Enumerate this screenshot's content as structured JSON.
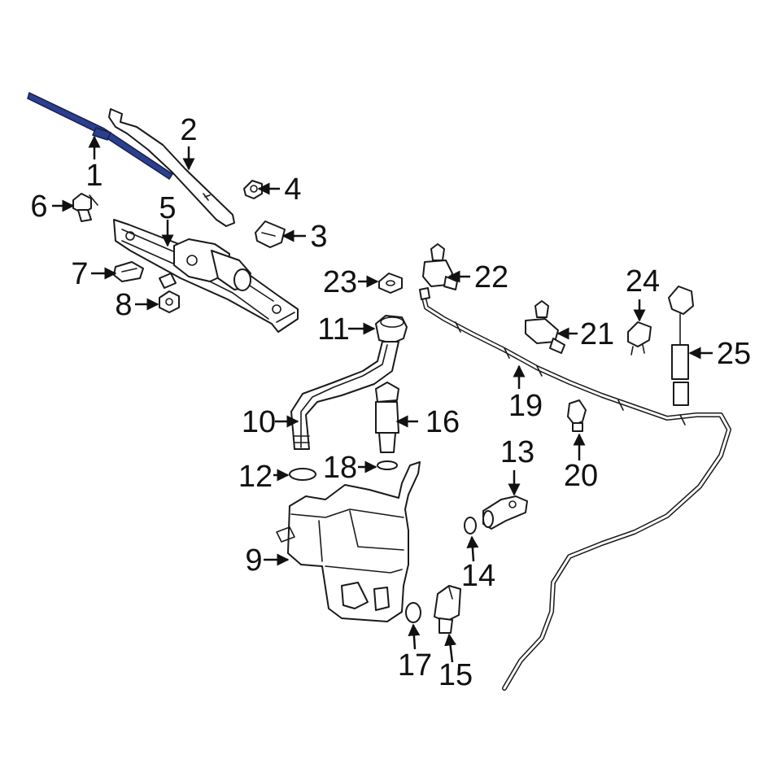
{
  "highlight_color": "#2a3f8f",
  "callouts": [
    {
      "id": "1",
      "label": "1"
    },
    {
      "id": "2",
      "label": "2"
    },
    {
      "id": "3",
      "label": "3"
    },
    {
      "id": "4",
      "label": "4"
    },
    {
      "id": "5",
      "label": "5"
    },
    {
      "id": "6",
      "label": "6"
    },
    {
      "id": "7",
      "label": "7"
    },
    {
      "id": "8",
      "label": "8"
    },
    {
      "id": "9",
      "label": "9"
    },
    {
      "id": "10",
      "label": "10"
    },
    {
      "id": "11",
      "label": "11"
    },
    {
      "id": "12",
      "label": "12"
    },
    {
      "id": "13",
      "label": "13"
    },
    {
      "id": "14",
      "label": "14"
    },
    {
      "id": "15",
      "label": "15"
    },
    {
      "id": "16",
      "label": "16"
    },
    {
      "id": "17",
      "label": "17"
    },
    {
      "id": "18",
      "label": "18"
    },
    {
      "id": "19",
      "label": "19"
    },
    {
      "id": "20",
      "label": "20"
    },
    {
      "id": "21",
      "label": "21"
    },
    {
      "id": "22",
      "label": "22"
    },
    {
      "id": "23",
      "label": "23"
    },
    {
      "id": "24",
      "label": "24"
    },
    {
      "id": "25",
      "label": "25"
    }
  ]
}
